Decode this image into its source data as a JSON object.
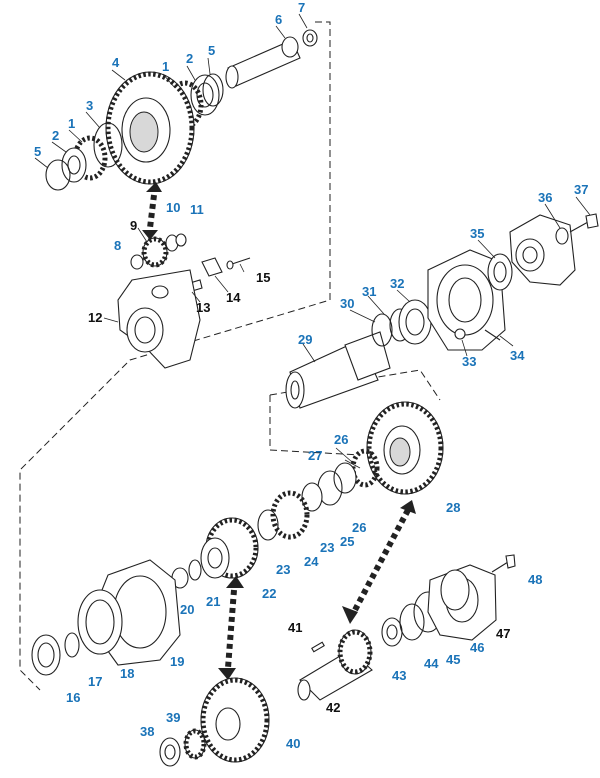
{
  "colors": {
    "label_blue": "#1a73b8",
    "label_black": "#111111",
    "line": "#222222",
    "shade": "#d8d8d8"
  },
  "labels": [
    {
      "id": "1",
      "color": "blue"
    },
    {
      "id": "2",
      "color": "blue"
    },
    {
      "id": "5",
      "color": "blue"
    },
    {
      "id": "4",
      "color": "blue"
    },
    {
      "id": "6",
      "color": "blue"
    },
    {
      "id": "7",
      "color": "blue"
    },
    {
      "id": "3",
      "color": "blue"
    },
    {
      "id": "2",
      "color": "blue"
    },
    {
      "id": "1",
      "color": "blue"
    },
    {
      "id": "5",
      "color": "blue"
    },
    {
      "id": "9",
      "color": "black"
    },
    {
      "id": "10",
      "color": "blue"
    },
    {
      "id": "11",
      "color": "blue"
    },
    {
      "id": "8",
      "color": "blue"
    },
    {
      "id": "15",
      "color": "black"
    },
    {
      "id": "14",
      "color": "black"
    },
    {
      "id": "13",
      "color": "black"
    },
    {
      "id": "12",
      "color": "black"
    },
    {
      "id": "37",
      "color": "blue"
    },
    {
      "id": "36",
      "color": "blue"
    },
    {
      "id": "35",
      "color": "blue"
    },
    {
      "id": "32",
      "color": "blue"
    },
    {
      "id": "31",
      "color": "blue"
    },
    {
      "id": "30",
      "color": "blue"
    },
    {
      "id": "29",
      "color": "blue"
    },
    {
      "id": "33",
      "color": "blue"
    },
    {
      "id": "34",
      "color": "blue"
    },
    {
      "id": "26",
      "color": "blue"
    },
    {
      "id": "27",
      "color": "blue"
    },
    {
      "id": "28",
      "color": "blue"
    },
    {
      "id": "26",
      "color": "blue"
    },
    {
      "id": "25",
      "color": "blue"
    },
    {
      "id": "23",
      "color": "blue"
    },
    {
      "id": "24",
      "color": "blue"
    },
    {
      "id": "23",
      "color": "blue"
    },
    {
      "id": "22",
      "color": "blue"
    },
    {
      "id": "21",
      "color": "blue"
    },
    {
      "id": "20",
      "color": "blue"
    },
    {
      "id": "19",
      "color": "blue"
    },
    {
      "id": "18",
      "color": "blue"
    },
    {
      "id": "17",
      "color": "blue"
    },
    {
      "id": "16",
      "color": "blue"
    },
    {
      "id": "48",
      "color": "blue"
    },
    {
      "id": "47",
      "color": "black"
    },
    {
      "id": "46",
      "color": "blue"
    },
    {
      "id": "45",
      "color": "blue"
    },
    {
      "id": "44",
      "color": "blue"
    },
    {
      "id": "43",
      "color": "blue"
    },
    {
      "id": "41",
      "color": "black"
    },
    {
      "id": "42",
      "color": "black"
    },
    {
      "id": "40",
      "color": "blue"
    },
    {
      "id": "39",
      "color": "blue"
    },
    {
      "id": "38",
      "color": "blue"
    }
  ]
}
